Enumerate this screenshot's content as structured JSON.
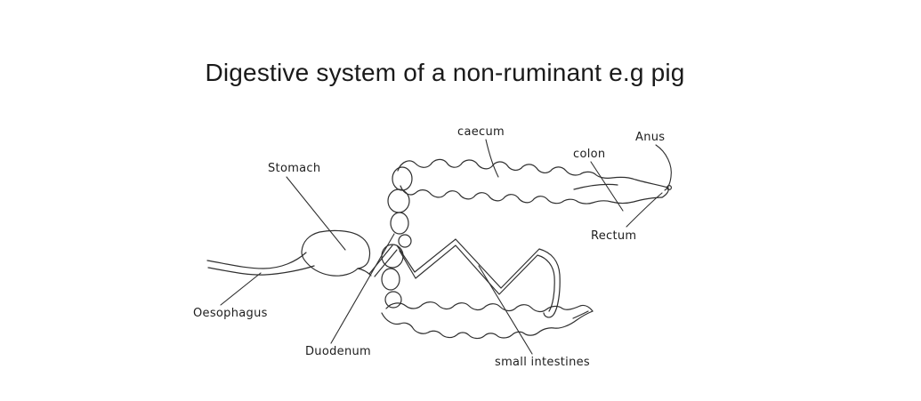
{
  "title": "Digestive system of a non-ruminant e.g pig",
  "labels": {
    "caecum": "caecum",
    "anus": "Anus",
    "colon": "colon",
    "stomach": "Stomach",
    "rectum": "Rectum",
    "oesophagus": "Oesophagus",
    "duodenum": "Duodenum",
    "small_intestines": "small intestines"
  },
  "colors": {
    "ink": "#2f2f2f",
    "text": "#1d1d1d",
    "background": "#ffffff"
  }
}
